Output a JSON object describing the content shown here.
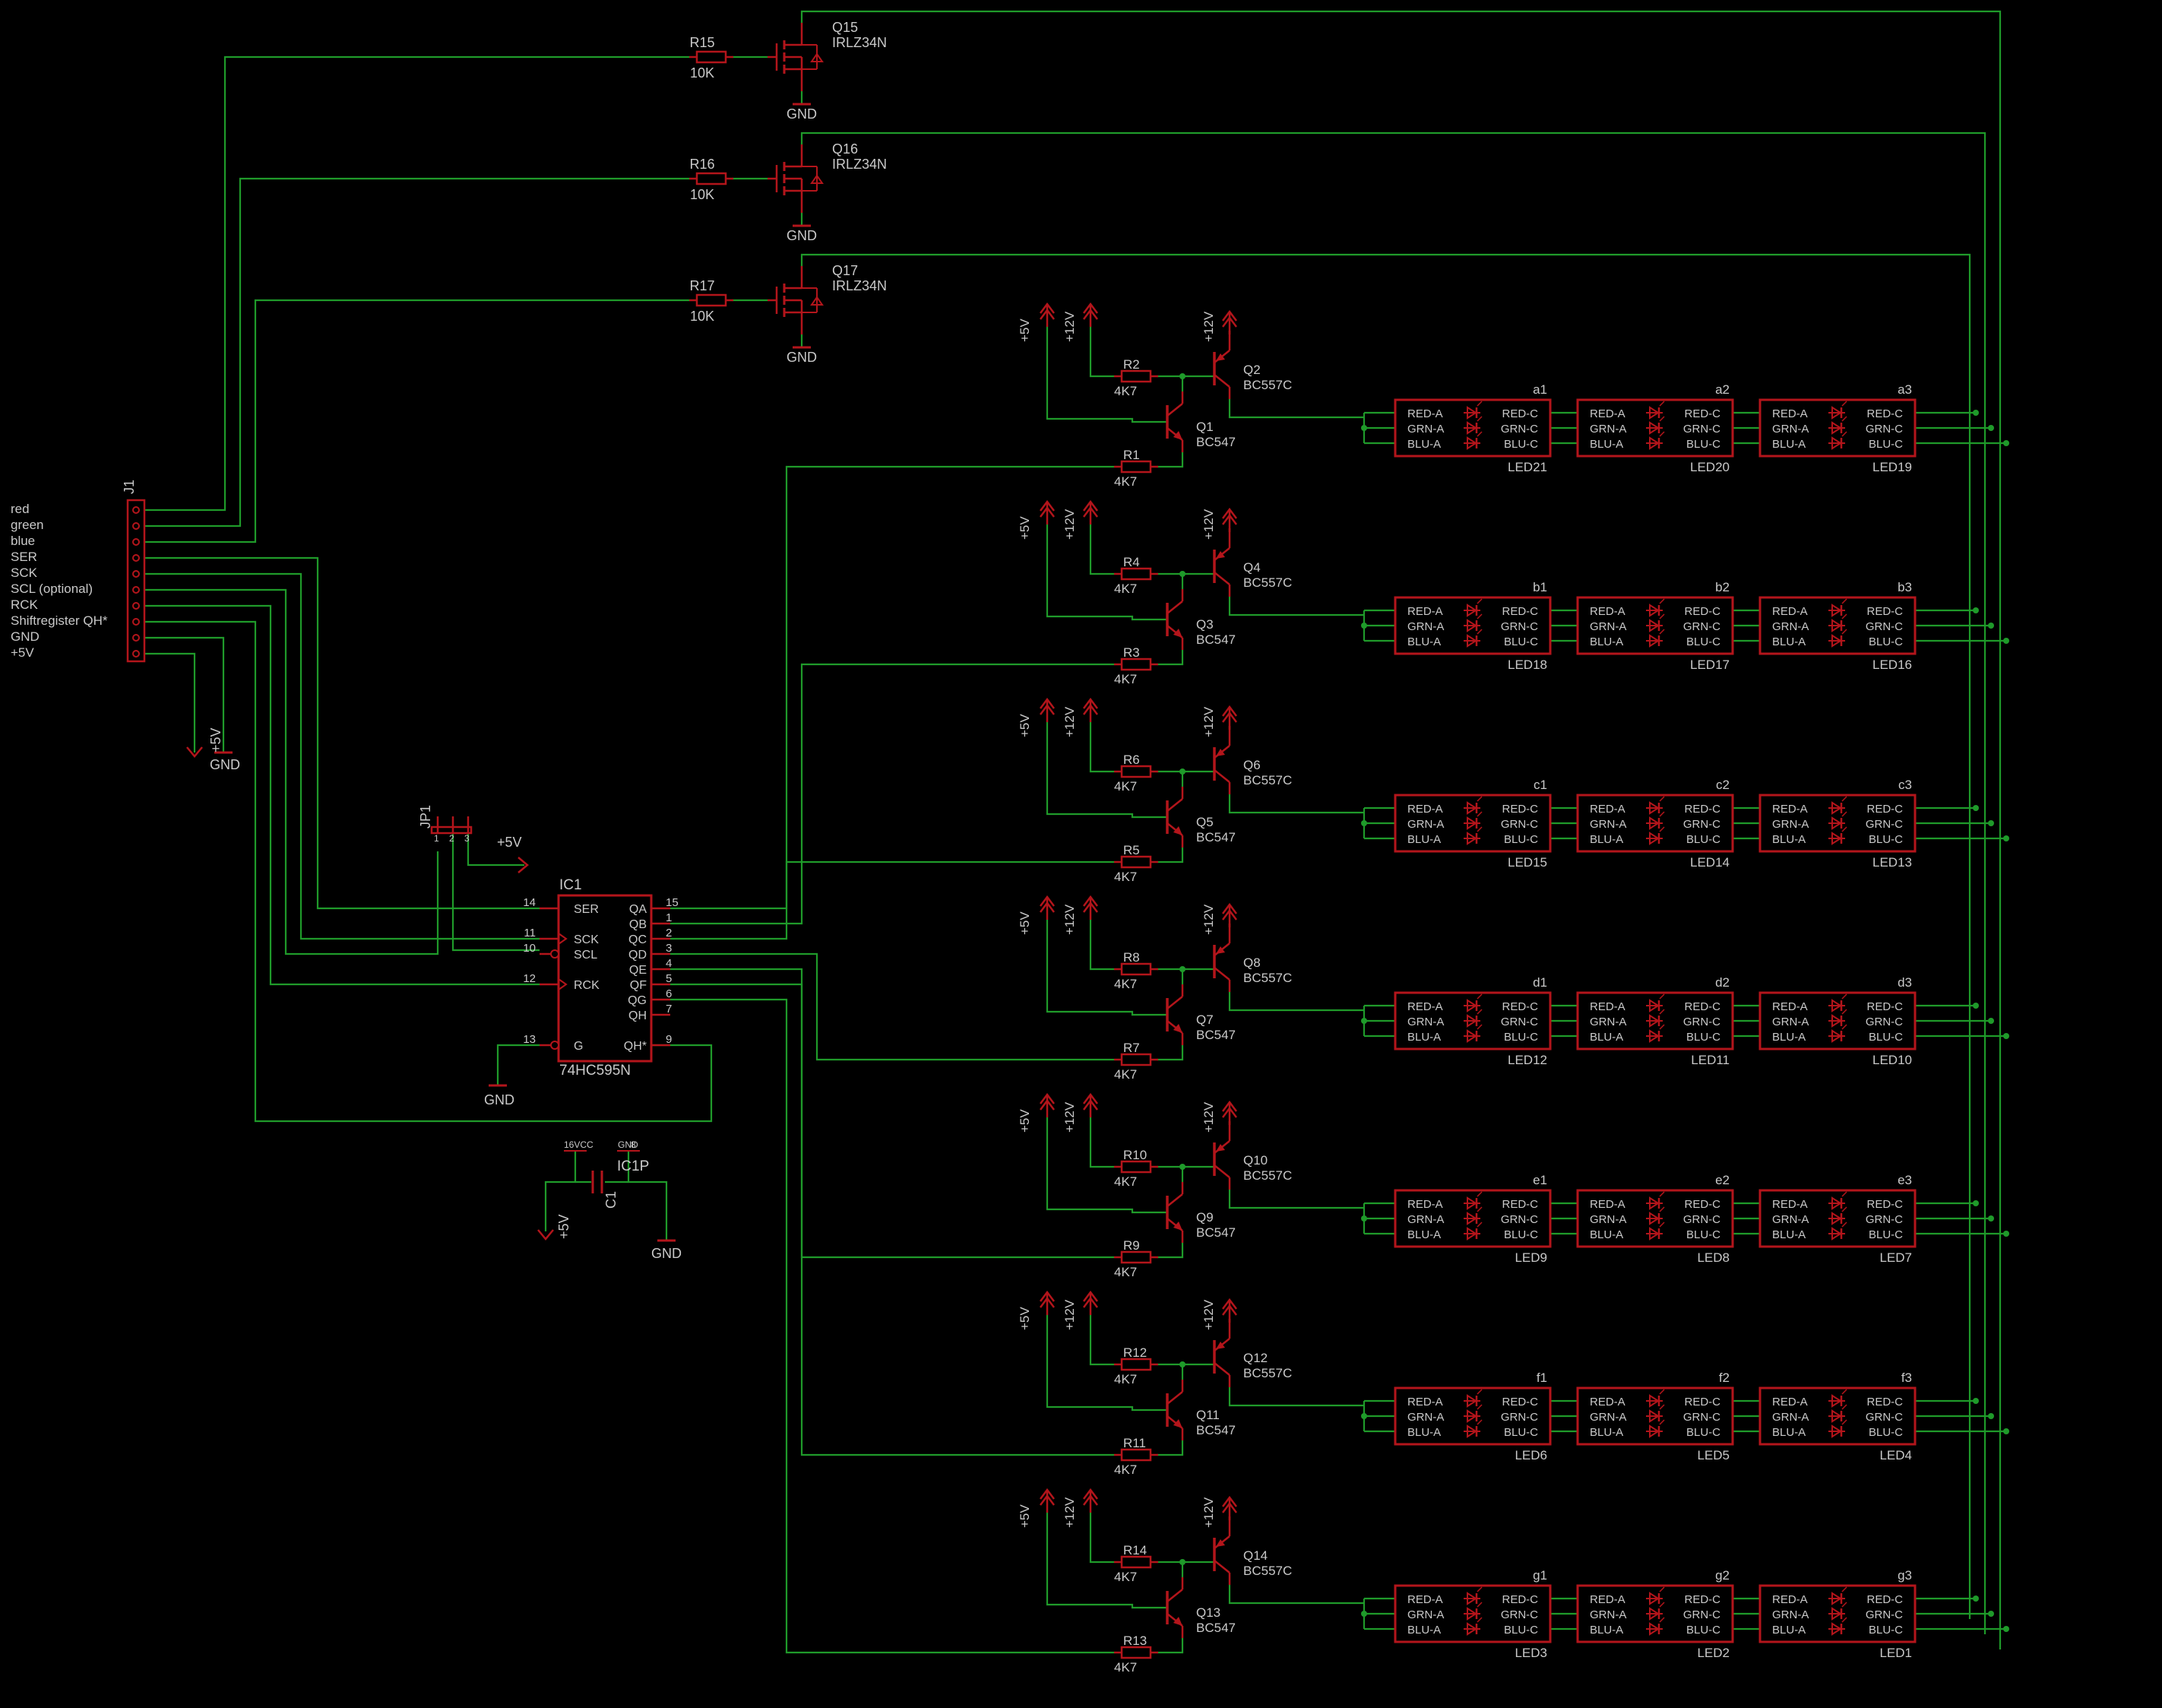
{
  "colors": {
    "background": "#000000",
    "wire": "#1f9a2a",
    "symbol": "#b3151b",
    "text": "#c9c9c9"
  },
  "connector": {
    "ref": "J1",
    "pins": [
      "red",
      "green",
      "blue",
      "SER",
      "SCK",
      "SCL (optional)",
      "RCK",
      "Shiftregister QH*",
      "GND",
      "+5V"
    ]
  },
  "power": {
    "p5": "+5V",
    "p12": "+12V",
    "gnd": "GND"
  },
  "jumper": {
    "ref": "JP1",
    "pins": [
      "1",
      "2",
      "3"
    ]
  },
  "shift_register": {
    "ref": "IC1",
    "value": "74HC595N",
    "left_pins": [
      {
        "num": "14",
        "name": "SER"
      },
      {
        "num": "11",
        "name": "SCK"
      },
      {
        "num": "10",
        "name": "SCL"
      },
      {
        "num": "12",
        "name": "RCK"
      },
      {
        "num": "13",
        "name": "G"
      }
    ],
    "right_pins": [
      {
        "num": "15",
        "name": "QA"
      },
      {
        "num": "1",
        "name": "QB"
      },
      {
        "num": "2",
        "name": "QC"
      },
      {
        "num": "3",
        "name": "QD"
      },
      {
        "num": "4",
        "name": "QE"
      },
      {
        "num": "5",
        "name": "QF"
      },
      {
        "num": "6",
        "name": "QG"
      },
      {
        "num": "7",
        "name": "QH"
      },
      {
        "num": "9",
        "name": "QH*"
      }
    ]
  },
  "ic_power": {
    "ref": "IC1P",
    "vcc": "VCC",
    "gnd": "GND",
    "vcc_pin": "16",
    "gnd_pin": "8"
  },
  "capacitor": {
    "ref": "C1"
  },
  "mosfets": [
    {
      "ref": "Q15",
      "value": "IRLZ34N",
      "res": "R15",
      "res_value": "10K"
    },
    {
      "ref": "Q16",
      "value": "IRLZ34N",
      "res": "R16",
      "res_value": "10K"
    },
    {
      "ref": "Q17",
      "value": "IRLZ34N",
      "res": "R17",
      "res_value": "10K"
    }
  ],
  "npn_value": "BC547",
  "pnp_value": "BC557C",
  "res_value_4k7": "4K7",
  "led_pins": {
    "left": [
      "RED-A",
      "GRN-A",
      "BLU-A"
    ],
    "right": [
      "RED-C",
      "GRN-C",
      "BLU-C"
    ]
  },
  "rows": [
    {
      "npn": "Q1",
      "pnp": "Q2",
      "r_base": "R1",
      "r_pull": "R2",
      "labels": [
        "a1",
        "a2",
        "a3"
      ],
      "leds": [
        "LED21",
        "LED20",
        "LED19"
      ]
    },
    {
      "npn": "Q3",
      "pnp": "Q4",
      "r_base": "R3",
      "r_pull": "R4",
      "labels": [
        "b1",
        "b2",
        "b3"
      ],
      "leds": [
        "LED18",
        "LED17",
        "LED16"
      ]
    },
    {
      "npn": "Q5",
      "pnp": "Q6",
      "r_base": "R5",
      "r_pull": "R6",
      "labels": [
        "c1",
        "c2",
        "c3"
      ],
      "leds": [
        "LED15",
        "LED14",
        "LED13"
      ]
    },
    {
      "npn": "Q7",
      "pnp": "Q8",
      "r_base": "R7",
      "r_pull": "R8",
      "labels": [
        "d1",
        "d2",
        "d3"
      ],
      "leds": [
        "LED12",
        "LED11",
        "LED10"
      ]
    },
    {
      "npn": "Q9",
      "pnp": "Q10",
      "r_base": "R9",
      "r_pull": "R10",
      "labels": [
        "e1",
        "e2",
        "e3"
      ],
      "leds": [
        "LED9",
        "LED8",
        "LED7"
      ]
    },
    {
      "npn": "Q11",
      "pnp": "Q12",
      "r_base": "R11",
      "r_pull": "R12",
      "labels": [
        "f1",
        "f2",
        "f3"
      ],
      "leds": [
        "LED6",
        "LED5",
        "LED4"
      ]
    },
    {
      "npn": "Q13",
      "pnp": "Q14",
      "r_base": "R13",
      "r_pull": "R14",
      "labels": [
        "g1",
        "g2",
        "g3"
      ],
      "leds": [
        "LED3",
        "LED2",
        "LED1"
      ]
    }
  ]
}
